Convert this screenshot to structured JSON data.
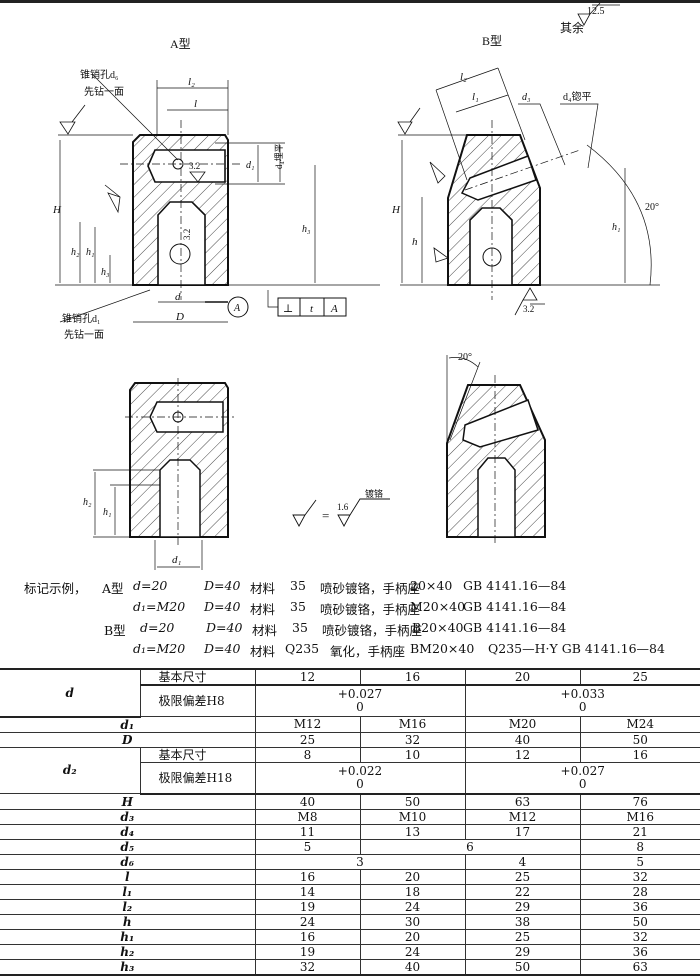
{
  "figures": {
    "type_a": {
      "title": "A型",
      "taper_pin_hole_top": "锥销孔d₆",
      "drill_one_side_top": "先钻一面",
      "taper_pin_hole_bottom": "锥销孔d₁",
      "drill_one_side_bottom": "先钻一面",
      "l2": "l₂",
      "l": "l",
      "H": "H",
      "h2": "h₂",
      "h1": "h₁",
      "h3_left": "h₃",
      "h3_right": "h₃",
      "d1": "d₁",
      "d4": "d₄埋平",
      "roughness_1": "3.2",
      "roughness_2": "3.2",
      "d": "d",
      "D": "D",
      "datum": "A",
      "tolerance_frame": {
        "symbol": "⊥",
        "value": "t",
        "datum": "A"
      }
    },
    "type_b": {
      "title": "B型",
      "rest_label": "其余",
      "rest_roughness": "12.5",
      "l2": "l₂",
      "l1": "l₁",
      "d3": "d₃",
      "d4": "d₄锪平",
      "H": "H",
      "h": "h",
      "h1": "h₁",
      "angle": "20°",
      "roughness": "3.2"
    },
    "lower_a": {
      "h2": "h₂",
      "h1": "h₁",
      "d1": "d₁"
    },
    "lower_b": {
      "angle": "20°"
    },
    "symbol_note": {
      "equals": "=",
      "roughness": "1.6",
      "treatment": "镀铬"
    }
  },
  "marking_example": {
    "label": "标记示例，",
    "rows": [
      {
        "type": "A型",
        "dim": "d=20",
        "D": "D=40",
        "material_label": "材料",
        "material": "35",
        "treatment": "喷砂镀铬，手柄座",
        "designation": "20×40",
        "standard": "GB 4141.16—84"
      },
      {
        "type": "",
        "dim": "d₁=M20",
        "D": "D=40",
        "material_label": "材料",
        "material": "35",
        "treatment": "喷砂镀铬，手柄座",
        "designation": "M20×40",
        "standard": "GB 4141.16—84"
      },
      {
        "type": "B型",
        "dim": "d=20",
        "D": "D=40",
        "material_label": "材料",
        "material": "35",
        "treatment": "喷砂镀铬，手柄座",
        "designation": "B20×40",
        "standard": "GB 4141.16—84"
      },
      {
        "type": "",
        "dim": "d₁=M20",
        "D": "D=40",
        "material_label": "材料",
        "material": "Q235",
        "treatment": "氧化，手柄座",
        "designation": "BM20×40",
        "standard": "Q235—H·Y GB 4141.16—84"
      }
    ]
  },
  "table": {
    "d": {
      "label": "d",
      "basic_label": "基本尺寸",
      "basic": [
        "12",
        "16",
        "20",
        "25"
      ],
      "tol_label": "极限偏差H8",
      "tol": [
        {
          "upper": "+0.027",
          "lower": "0"
        },
        {
          "upper": "+0.033",
          "lower": "0"
        }
      ]
    },
    "d1": {
      "label": "d₁",
      "values": [
        "M12",
        "M16",
        "M20",
        "M24"
      ]
    },
    "D": {
      "label": "D",
      "values": [
        "25",
        "32",
        "40",
        "50"
      ]
    },
    "d2": {
      "label": "d₂",
      "basic_label": "基本尺寸",
      "basic": [
        "8",
        "10",
        "12",
        "16"
      ],
      "tol_label": "极限偏差H18",
      "tol": [
        {
          "upper": "+0.022",
          "lower": "0"
        },
        {
          "upper": "+0.027",
          "lower": "0"
        }
      ]
    },
    "rows": [
      {
        "label": "H",
        "values": [
          "40",
          "50",
          "63",
          "76"
        ]
      },
      {
        "label": "d₃",
        "values": [
          "M8",
          "M10",
          "M12",
          "M16"
        ]
      },
      {
        "label": "d₄",
        "values": [
          "11",
          "13",
          "17",
          "21"
        ]
      },
      {
        "label": "d₅",
        "values": [
          "5",
          "6",
          "8"
        ]
      },
      {
        "label": "d₆",
        "values": [
          "3",
          "4",
          "5"
        ]
      },
      {
        "label": "l",
        "values": [
          "16",
          "20",
          "25",
          "32"
        ]
      },
      {
        "label": "l₁",
        "values": [
          "14",
          "18",
          "22",
          "28"
        ]
      },
      {
        "label": "l₂",
        "values": [
          "19",
          "24",
          "29",
          "36"
        ]
      },
      {
        "label": "h",
        "values": [
          "24",
          "30",
          "38",
          "50"
        ]
      },
      {
        "label": "h₁",
        "values": [
          "16",
          "20",
          "25",
          "32"
        ]
      },
      {
        "label": "h₂",
        "values": [
          "19",
          "24",
          "29",
          "36"
        ]
      },
      {
        "label": "h₃",
        "values": [
          "32",
          "40",
          "50",
          "63"
        ]
      }
    ]
  }
}
